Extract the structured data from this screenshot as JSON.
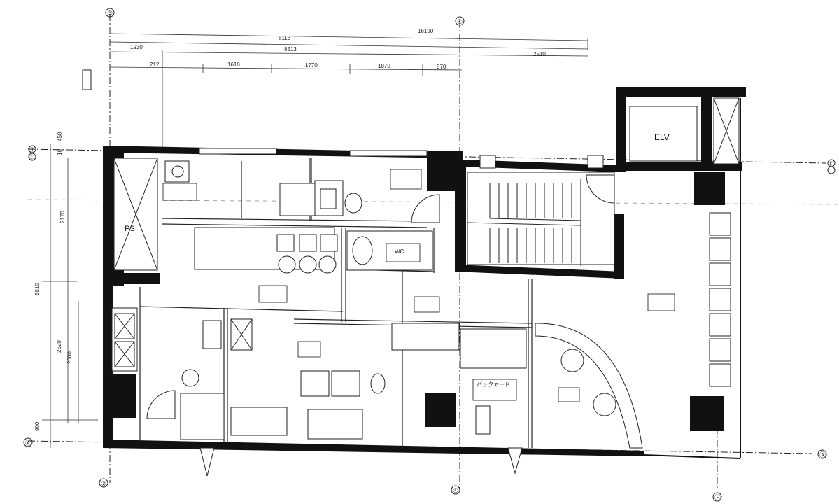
{
  "labels": {
    "elv": "ELV",
    "ps": "PS",
    "axis_3_top": "③",
    "axis_4_top": "④",
    "axis_3_bottom": "③",
    "axis_4_bottom": "④",
    "axis_f_bottom": "Ⓕ",
    "axis_a_left": "Ⓐ",
    "axis_b_left": "Ⓑ",
    "axis_c_left": "Ⓒ",
    "axis_c_right": "Ⓒ",
    "axis_a_right": "Ⓐ",
    "wc": "WC",
    "backyard": "バックヤード"
  },
  "dimensions": {
    "top_total": "16190",
    "top_row2_a": "8113",
    "top_row2_b": "1930",
    "top_row3_a": "8513",
    "top_row3_b": "2510",
    "top_row4_a": "212",
    "top_row4_b": "1610",
    "top_row4_c": "1770",
    "top_row4_d": "1870",
    "top_row4_e": "870",
    "left_a": "2170",
    "left_b": "5810",
    "left_c": "2520",
    "left_d": "2000",
    "left_e": "900",
    "left_top1": "16",
    "left_top2": "450"
  }
}
